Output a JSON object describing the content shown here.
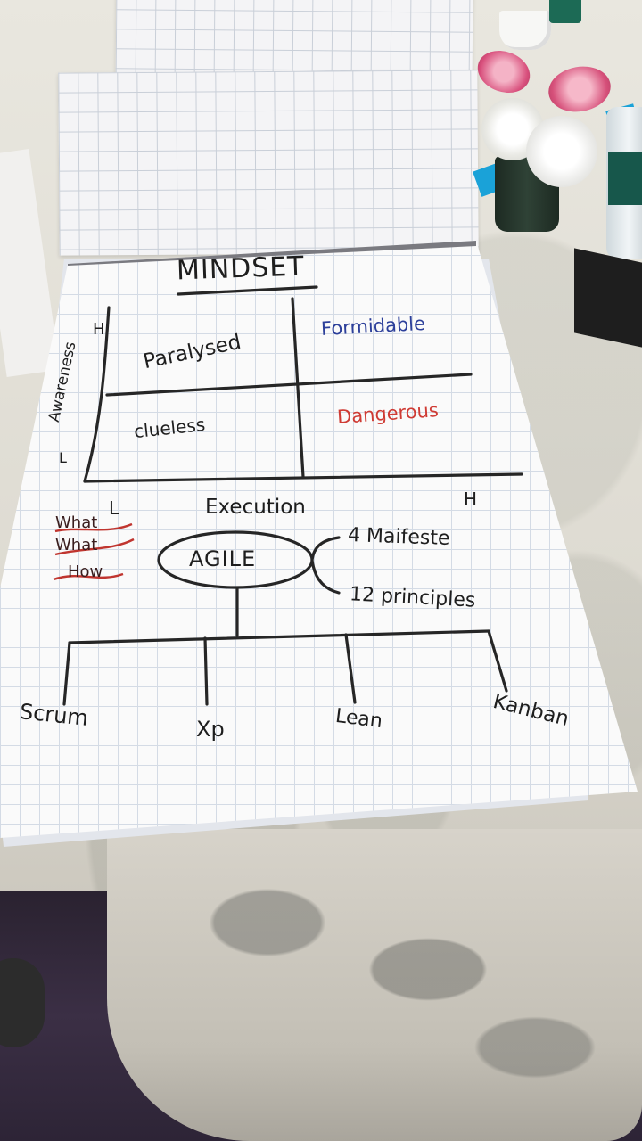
{
  "chart": {
    "title": "MINDSET",
    "y_axis": {
      "label": "Awareness",
      "high": "H",
      "low": "L"
    },
    "x_axis": {
      "label": "Execution",
      "low": "L",
      "high": "H"
    },
    "quadrants": {
      "top_left": "Paralysed",
      "top_right": "Formidable",
      "bottom_left": "clueless",
      "bottom_right": "Dangerous"
    }
  },
  "notes": {
    "struck_words": [
      "What",
      "What",
      "How"
    ]
  },
  "agile_tree": {
    "root": "AGILE",
    "branches_right": [
      "4 Maifeste",
      "12 principles"
    ],
    "frameworks": [
      "Scrum",
      "Xp",
      "Lean",
      "Kanban"
    ]
  },
  "colors": {
    "ink_black": "#1e1e1e",
    "ink_blue": "#2c3f9a",
    "ink_red": "#cf3b34",
    "strike_red": "#c0352f"
  }
}
